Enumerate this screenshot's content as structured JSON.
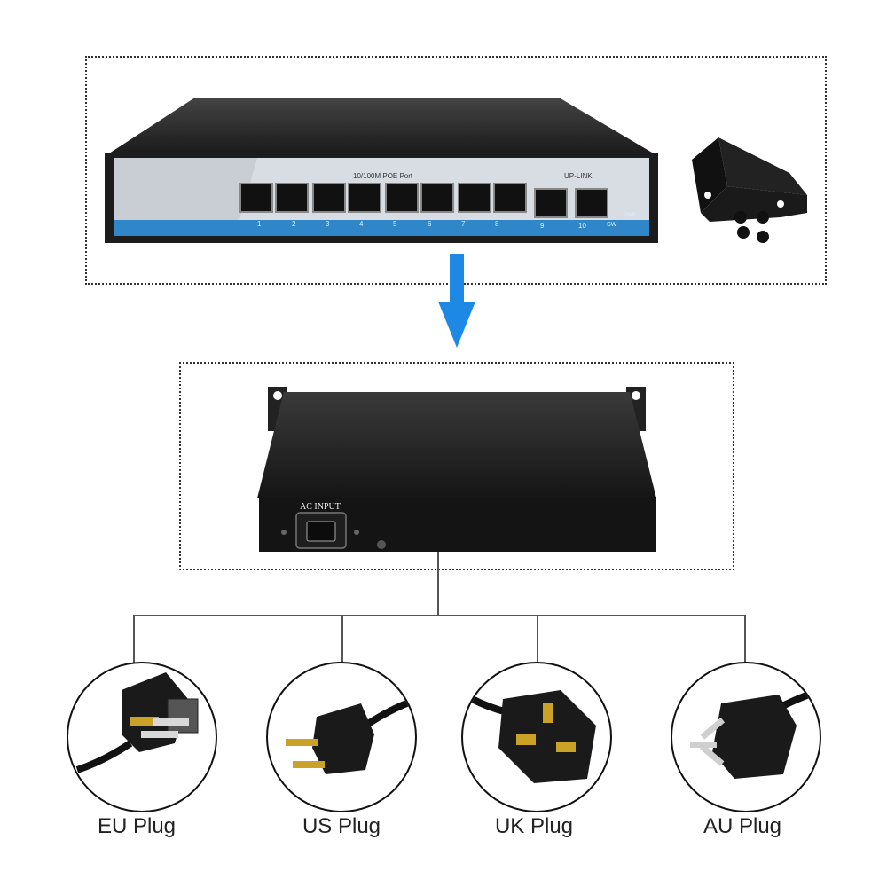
{
  "front_panel": {
    "poe_port_label": "10/100M POE Port",
    "uplink_label": "UP-LINK",
    "port_numbers": [
      "1",
      "2",
      "3",
      "4",
      "5",
      "6",
      "7",
      "8",
      "9",
      "10"
    ],
    "sw_label": "SW",
    "pwr_label": "PWR"
  },
  "rear_panel": {
    "ac_input_label": "AC INPUT"
  },
  "plugs": [
    {
      "label": "EU Plug",
      "icon": "eu-plug-icon"
    },
    {
      "label": "US Plug",
      "icon": "us-plug-icon"
    },
    {
      "label": "UK Plug",
      "icon": "uk-plug-icon"
    },
    {
      "label": "AU Plug",
      "icon": "au-plug-icon"
    }
  ],
  "colors": {
    "accent_blue": "#1e88e5",
    "panel_blue": "#2f86c8",
    "chassis": "#1c1c1c"
  }
}
